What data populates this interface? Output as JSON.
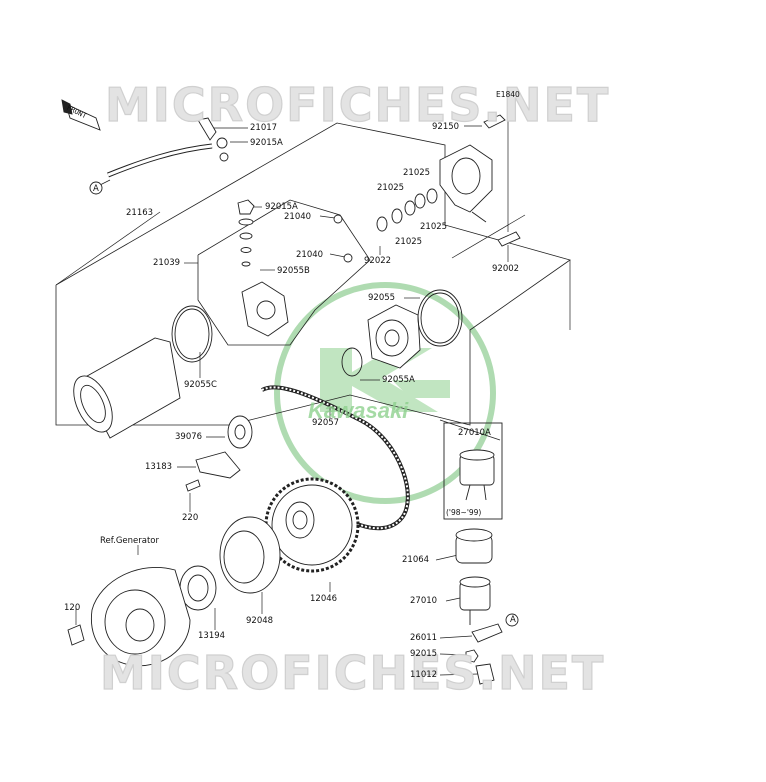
{
  "watermark": {
    "text": "MICROFICHES.NET"
  },
  "logo": {
    "text": "Kawasaki",
    "color": "#2e9e3e"
  },
  "front_badge": "FRONT",
  "diagram_code": "E1840",
  "detail_box_note": "('98~'99)",
  "callouts": {
    "c_21017": "21017",
    "c_92015A_top": "92015A",
    "c_A_left": "A",
    "c_21163": "21163",
    "c_92015A_mid": "92015A",
    "c_21040_a": "21040",
    "c_21040_b": "21040",
    "c_21039": "21039",
    "c_92055B": "92055B",
    "c_92150": "92150",
    "c_21025_a": "21025",
    "c_21025_b": "21025",
    "c_21025_c": "21025",
    "c_21025_d": "21025",
    "c_92022": "92022",
    "c_92002": "92002",
    "c_92055": "92055",
    "c_92055A": "92055A",
    "c_92055C": "92055C",
    "c_92057": "92057",
    "c_39076": "39076",
    "c_13183": "13183",
    "c_220": "220",
    "c_27010A": "27010A",
    "c_ref_generator": "Ref.Generator",
    "c_120": "120",
    "c_13194": "13194",
    "c_92048": "92048",
    "c_12046": "12046",
    "c_21064": "21064",
    "c_27010": "27010",
    "c_26011": "26011",
    "c_A_right": "A",
    "c_92015": "92015",
    "c_11012": "11012"
  }
}
